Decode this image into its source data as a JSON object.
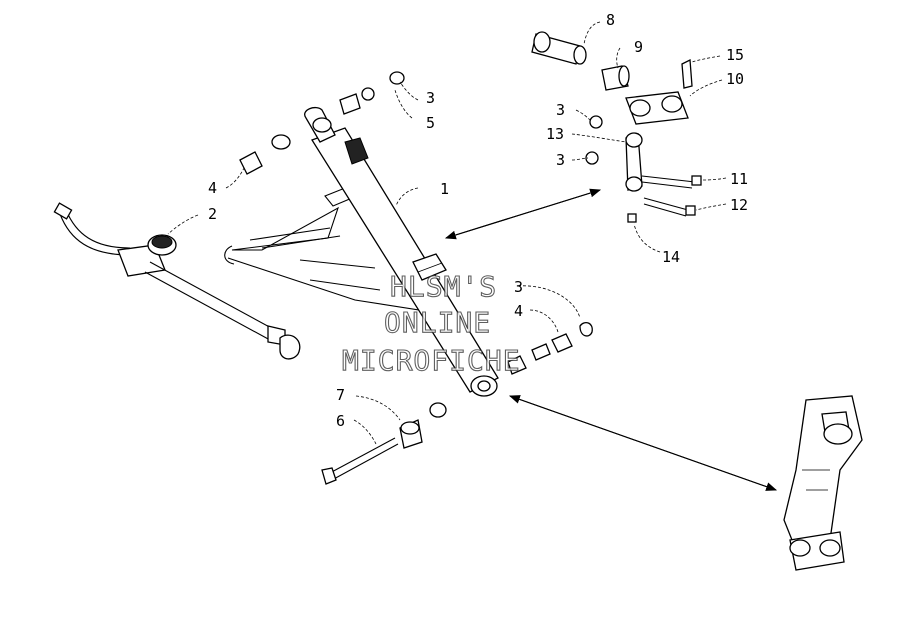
{
  "watermark": {
    "line1": "HLSM'S",
    "line2": "ONLINE",
    "line3": "MICROFICHE"
  },
  "callouts": [
    {
      "id": "c1",
      "label": "1"
    },
    {
      "id": "c2",
      "label": "2"
    },
    {
      "id": "c3a",
      "label": "3"
    },
    {
      "id": "c5",
      "label": "5"
    },
    {
      "id": "c4a",
      "label": "4"
    },
    {
      "id": "c3b",
      "label": "3"
    },
    {
      "id": "c4b",
      "label": "4"
    },
    {
      "id": "c7",
      "label": "7"
    },
    {
      "id": "c6",
      "label": "6"
    },
    {
      "id": "c8",
      "label": "8"
    },
    {
      "id": "c9",
      "label": "9"
    },
    {
      "id": "c15",
      "label": "15"
    },
    {
      "id": "c10",
      "label": "10"
    },
    {
      "id": "c3c",
      "label": "3"
    },
    {
      "id": "c13",
      "label": "13"
    },
    {
      "id": "c3d",
      "label": "3"
    },
    {
      "id": "c11",
      "label": "11"
    },
    {
      "id": "c12",
      "label": "12"
    },
    {
      "id": "c14",
      "label": "14"
    }
  ]
}
